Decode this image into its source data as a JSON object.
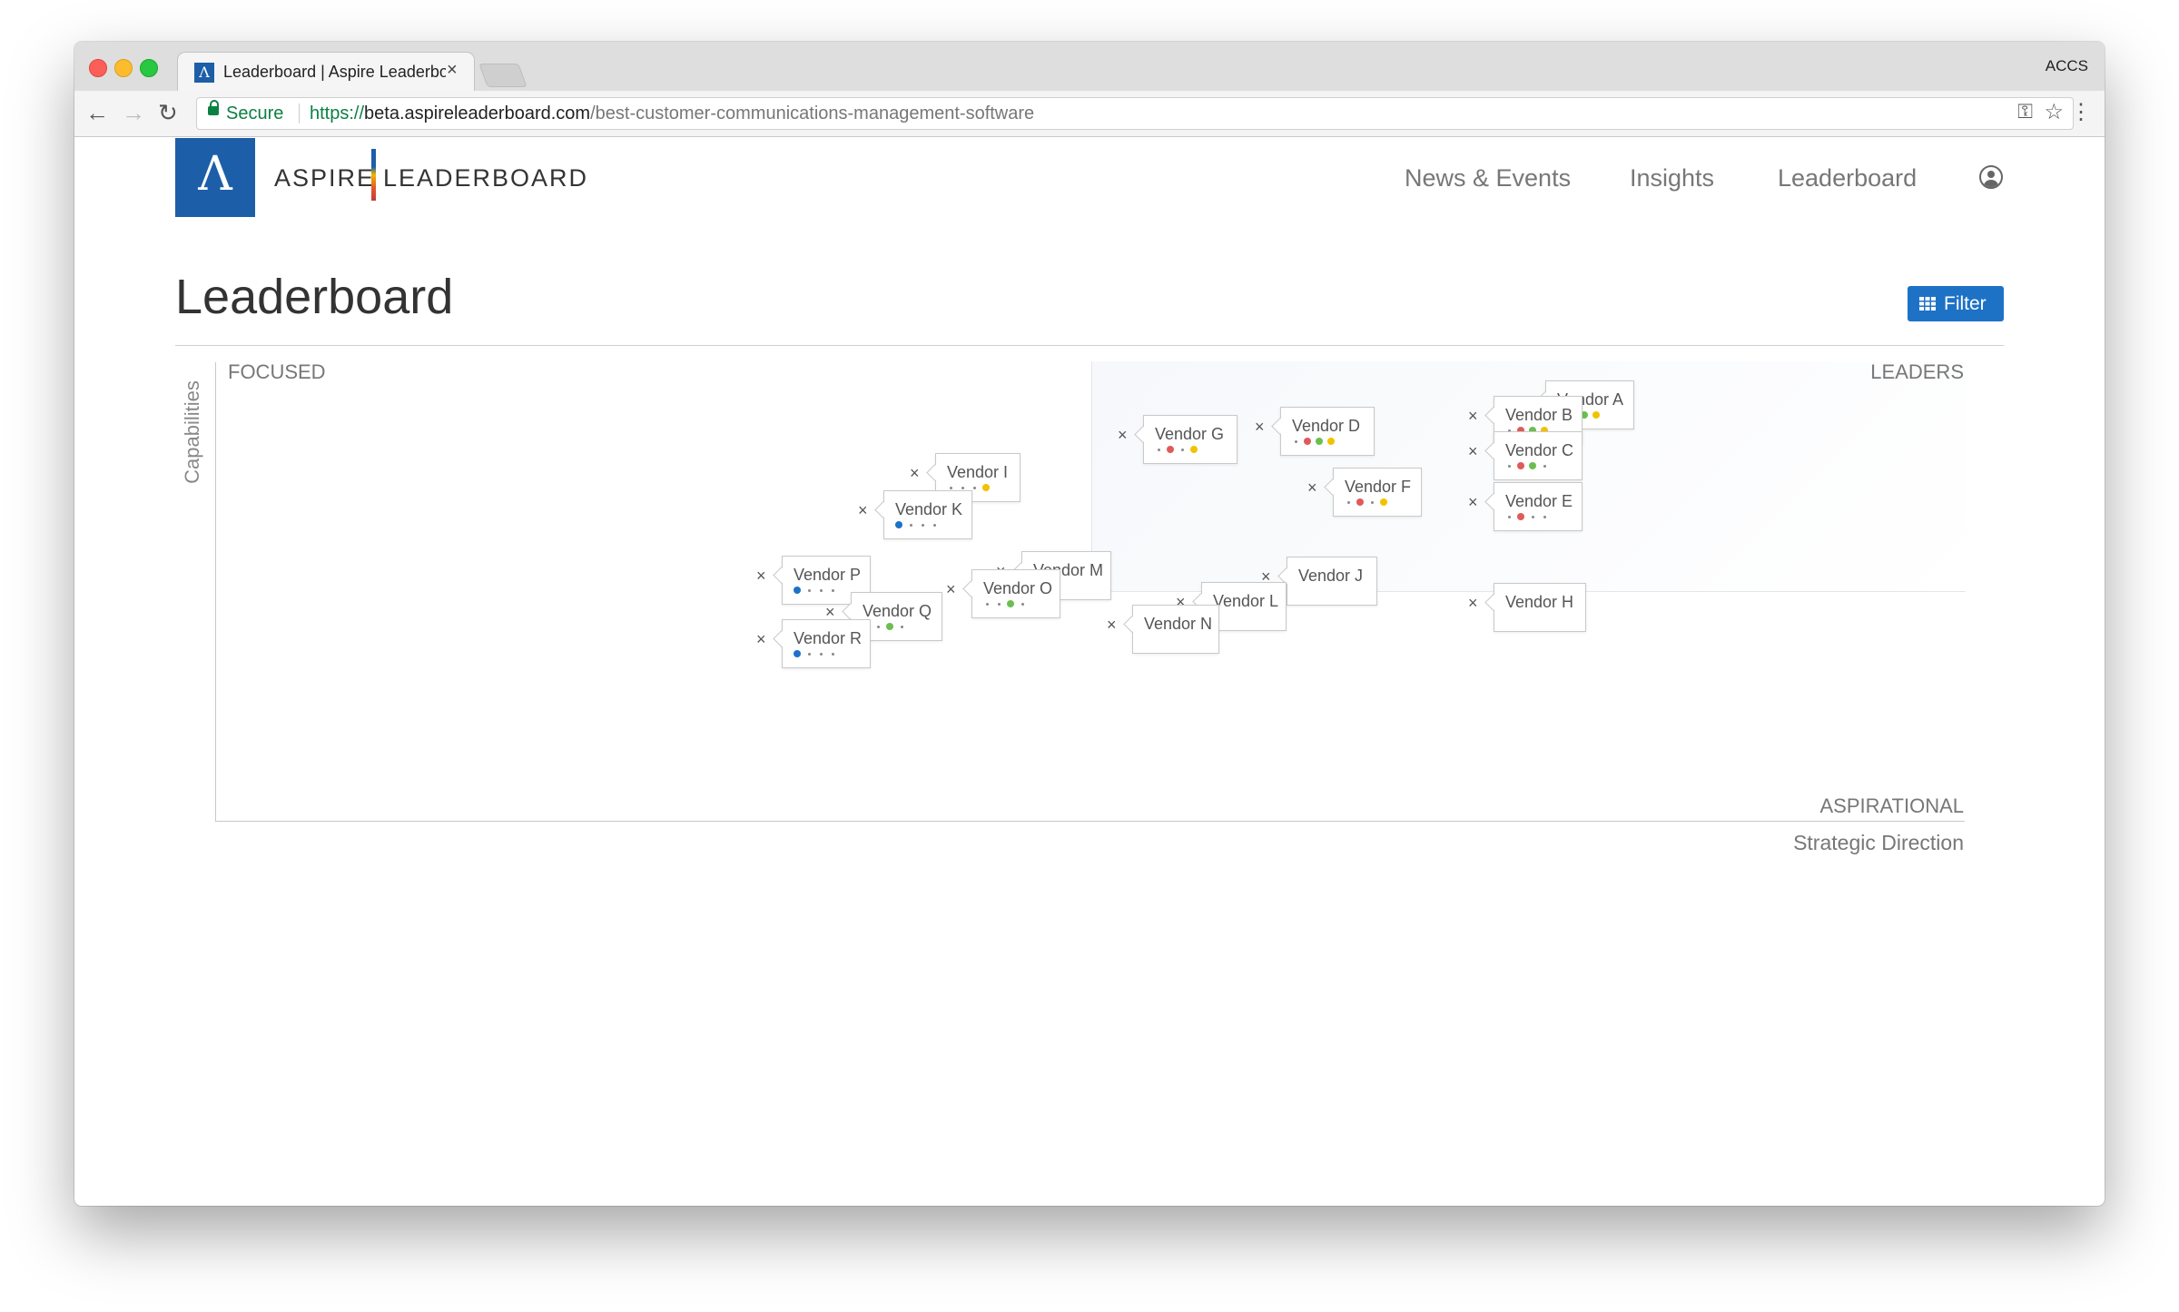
{
  "browser": {
    "tab_title": "Leaderboard | Aspire Leaderbo",
    "tab_close": "×",
    "profile_name": "ACCS",
    "secure_label": "Secure",
    "url_scheme": "https://",
    "url_host": "beta.aspireleaderboard.com",
    "url_path": "/best-customer-communications-management-software"
  },
  "header": {
    "logo_letter": "Λ",
    "logo_word1": "ASPIRE",
    "logo_word2": "LEADERBOARD",
    "nav": [
      "News & Events",
      "Insights",
      "Leaderboard"
    ]
  },
  "page": {
    "title": "Leaderboard",
    "filter_label": "Filter"
  },
  "colors": {
    "brand_blue": "#1d5ea8",
    "button_blue": "#1d72c6",
    "dot_blue": "#1d72c6",
    "dot_red": "#e05a5a",
    "dot_green": "#6cbf4f",
    "dot_yellow": "#f2c200"
  },
  "chart_data": {
    "type": "scatter",
    "ylabel": "Capabilities",
    "xlabel": "Strategic Direction",
    "quadrants": {
      "top_left": "FOCUSED",
      "top_right": "LEADERS",
      "bottom_right": "ASPIRATIONAL"
    },
    "dot_legend_order": [
      "blue",
      "red",
      "green",
      "yellow"
    ],
    "points": [
      {
        "name": "Vendor A",
        "dots": [
          "blue",
          "red",
          "green",
          "yellow"
        ]
      },
      {
        "name": "Vendor B",
        "dots": [
          "none",
          "red",
          "green",
          "yellow"
        ]
      },
      {
        "name": "Vendor C",
        "dots": [
          "none",
          "red",
          "green",
          "none"
        ]
      },
      {
        "name": "Vendor D",
        "dots": [
          "none",
          "red",
          "green",
          "yellow"
        ]
      },
      {
        "name": "Vendor E",
        "dots": [
          "none",
          "red",
          "none",
          "none"
        ]
      },
      {
        "name": "Vendor F",
        "dots": [
          "none",
          "red",
          "none",
          "yellow"
        ]
      },
      {
        "name": "Vendor G",
        "dots": [
          "none",
          "red",
          "none",
          "yellow"
        ]
      },
      {
        "name": "Vendor H",
        "dots": []
      },
      {
        "name": "Vendor I",
        "dots": [
          "none",
          "none",
          "none",
          "yellow"
        ]
      },
      {
        "name": "Vendor J",
        "dots": []
      },
      {
        "name": "Vendor K",
        "dots": [
          "blue",
          "none",
          "none",
          "none"
        ]
      },
      {
        "name": "Vendor L",
        "dots": []
      },
      {
        "name": "Vendor M",
        "dots": []
      },
      {
        "name": "Vendor N",
        "dots": []
      },
      {
        "name": "Vendor O",
        "dots": [
          "none",
          "none",
          "green",
          "none"
        ]
      },
      {
        "name": "Vendor P",
        "dots": [
          "blue",
          "none",
          "none",
          "none"
        ]
      },
      {
        "name": "Vendor Q",
        "dots": [
          "none",
          "none",
          "green",
          "none"
        ]
      },
      {
        "name": "Vendor R",
        "dots": [
          "blue",
          "none",
          "none",
          "none"
        ]
      }
    ]
  }
}
